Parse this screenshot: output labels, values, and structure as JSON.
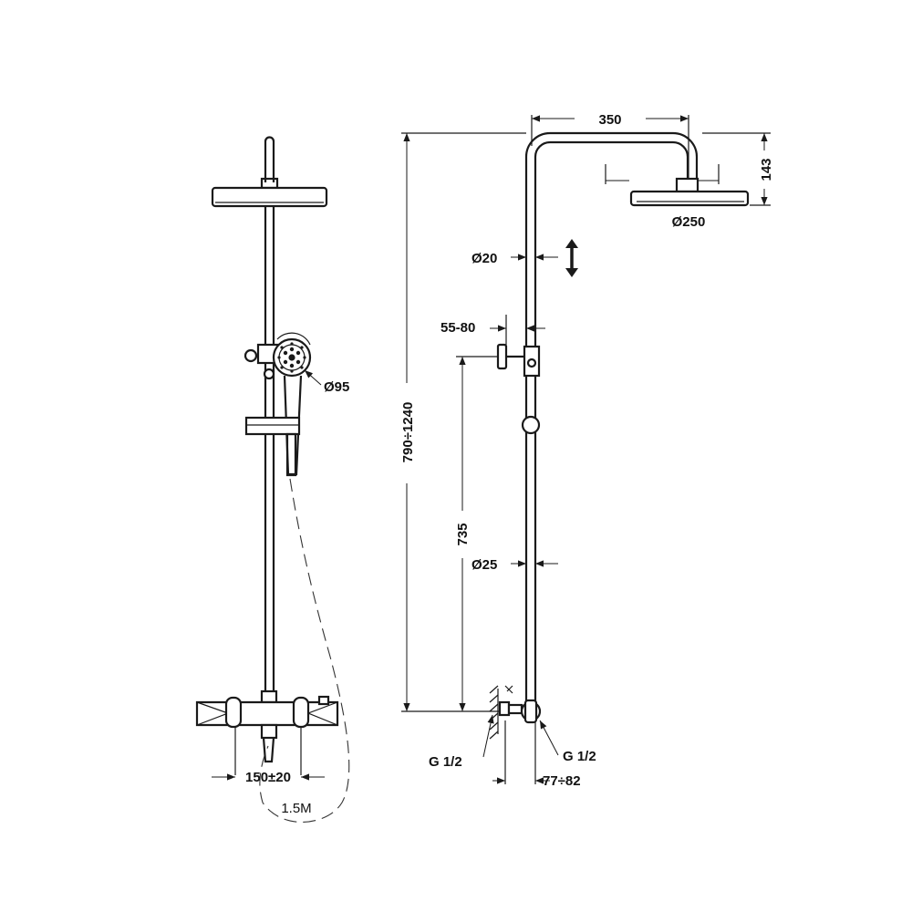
{
  "dimensions": {
    "head_width": "350",
    "head_height": "143",
    "head_diameter": "Ø250",
    "arm_diameter": "Ø20",
    "hand_shower_diameter": "Ø95",
    "offset": "55-80",
    "total_height": "790÷1240",
    "column_height": "735",
    "column_diameter": "Ø25",
    "inlet_left": "G 1/2",
    "inlet_right": "G 1/2",
    "wall_offset": "77÷82",
    "centers": "150±20",
    "hose_length": "1.5M"
  }
}
